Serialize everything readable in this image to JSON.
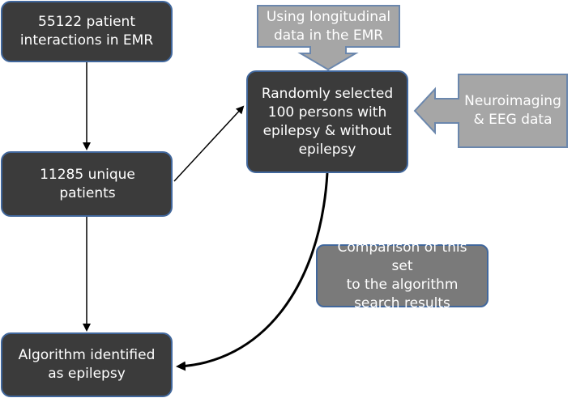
{
  "nodes": {
    "interactions": "55122  patient\ninteractions in EMR",
    "unique": "11285 unique patients",
    "algorithm": "Algorithm identified\nas epilepsy",
    "random": "Randomly selected\n100 persons with\nepilepsy & without\nepilepsy",
    "comparison": "Comparison of this set\nto the algorithm\nsearch results"
  },
  "callouts": {
    "longitudinal": "Using longitudinal\ndata in the EMR",
    "neuro": "Neuroimaging\n& EEG data"
  },
  "colors": {
    "dark_fill": "#3b3b3b",
    "mid_fill": "#7a7a7a",
    "callout_fill": "#a6a6a6",
    "border": "#41679c",
    "callout_border": "#6b87ad"
  }
}
